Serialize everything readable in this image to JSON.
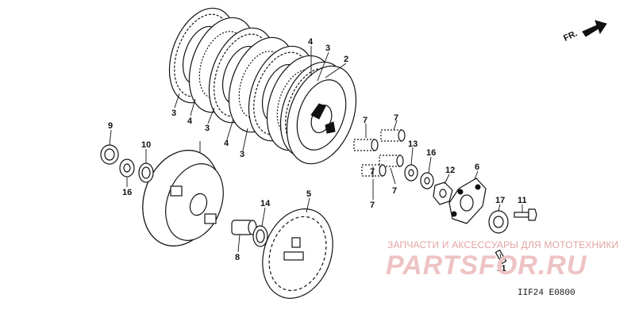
{
  "fr_label": "FR.",
  "diagram_code": "IIF24  E0800",
  "watermark": {
    "tagline": "ЗАПЧАСТИ И АКСЕССУАРЫ ДЛЯ МОТОТЕХНИКИ",
    "logo": "PARTSFOR.RU"
  },
  "callouts": {
    "c2": "2",
    "c3a": "3",
    "c3b": "3",
    "c3c": "3",
    "c3d": "3",
    "c4a": "4",
    "c4b": "4",
    "c4c": "4",
    "c5": "5",
    "c6": "6",
    "c7a": "7",
    "c7b": "7",
    "c7c": "7",
    "c7d": "7",
    "c8": "8",
    "c9": "9",
    "c10": "10",
    "c11a": "11",
    "c11b": "11",
    "c12": "12",
    "c13": "13",
    "c14": "14",
    "c16a": "16",
    "c16b": "16",
    "c17": "17"
  },
  "colors": {
    "ink": "#111111",
    "watermark": "#e3a3a3"
  }
}
